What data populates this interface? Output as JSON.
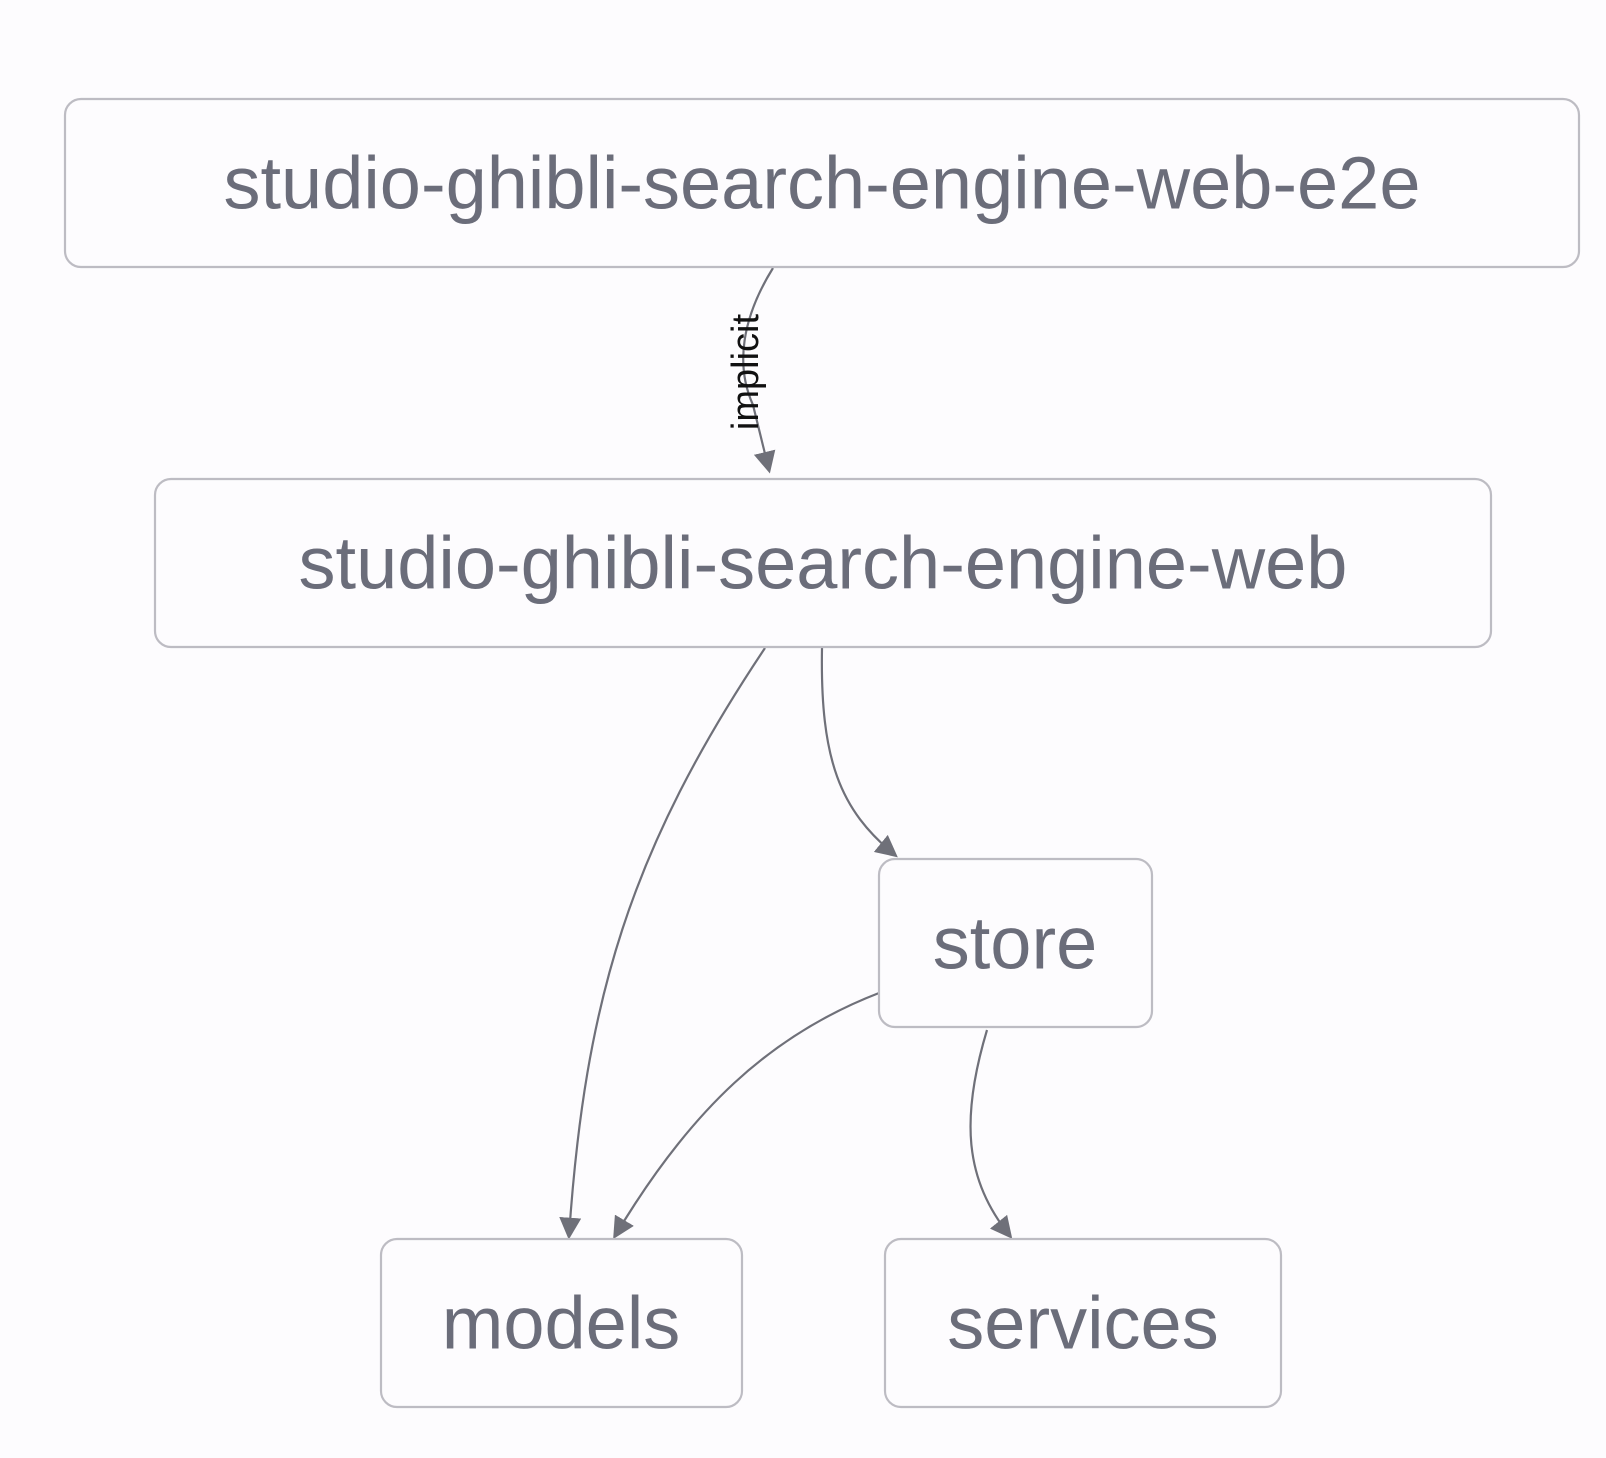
{
  "graph": {
    "nodes": [
      {
        "id": "e2e",
        "label": "studio-ghibli-search-engine-web-e2e"
      },
      {
        "id": "web",
        "label": "studio-ghibli-search-engine-web"
      },
      {
        "id": "store",
        "label": "store"
      },
      {
        "id": "models",
        "label": "models"
      },
      {
        "id": "services",
        "label": "services"
      }
    ],
    "edges": [
      {
        "from": "e2e",
        "to": "web",
        "label": "implicit"
      },
      {
        "from": "web",
        "to": "models",
        "label": ""
      },
      {
        "from": "web",
        "to": "store",
        "label": ""
      },
      {
        "from": "store",
        "to": "models",
        "label": ""
      },
      {
        "from": "store",
        "to": "services",
        "label": ""
      }
    ]
  }
}
